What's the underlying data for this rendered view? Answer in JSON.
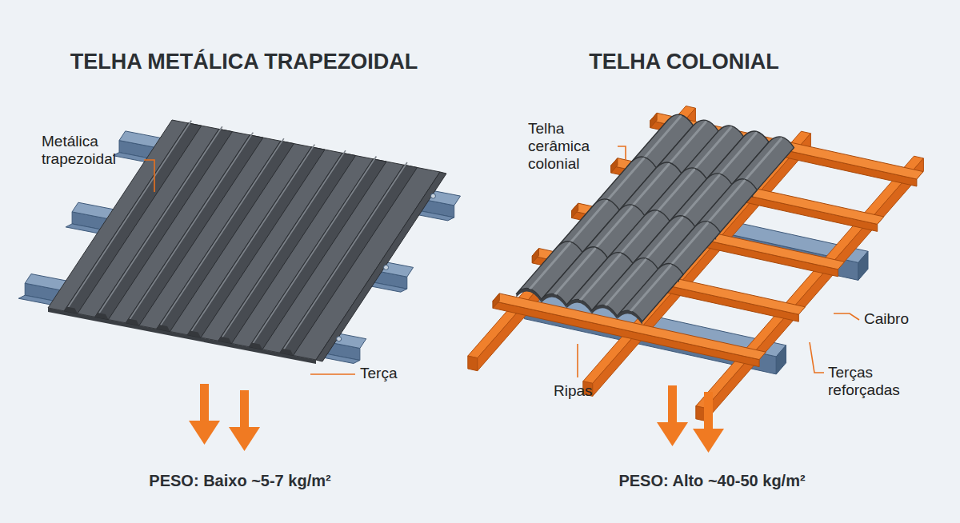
{
  "diagram": {
    "labels": [
      "TELHA METÁLICA TRAPEZOIDAL",
      "Metálica trapezoidal",
      "Terça",
      "PESO: Baixo ~5-7 kg/m²",
      "TELHA COLONIAL",
      "Telha cerâmica colonial",
      "Ripas",
      "Caibro",
      "Terças reforçadas",
      "PESO: Alto ~40-50 kg/m²"
    ]
  }
}
